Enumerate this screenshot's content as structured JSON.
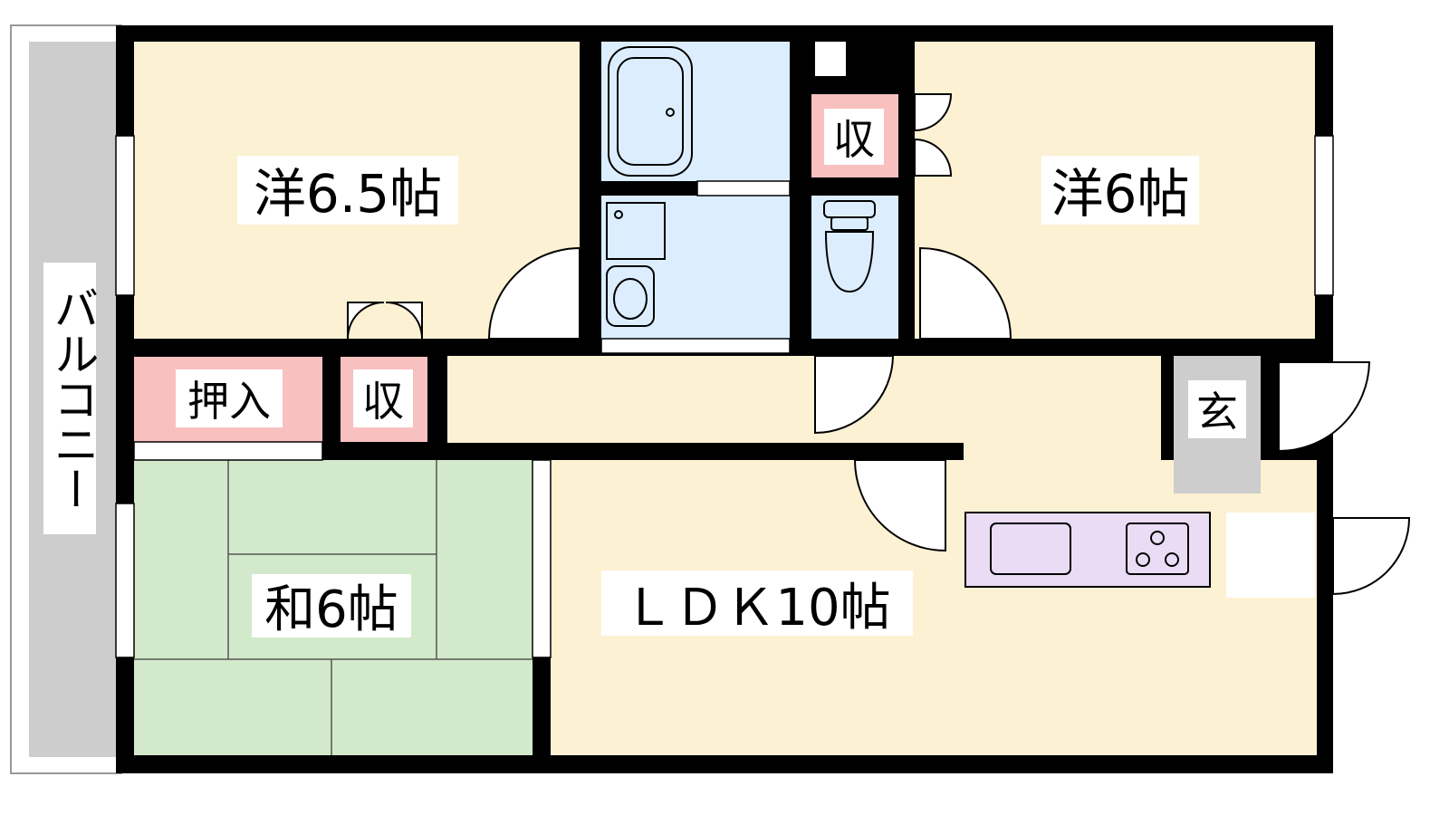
{
  "floorplan": {
    "rooms": {
      "western_a": "洋6.5帖",
      "western_b": "洋6帖",
      "japanese": "和6帖",
      "ldk": "ＬＤＫ10帖",
      "oshiire": "押入",
      "storage_a": "収",
      "storage_b": "収",
      "entrance": "玄",
      "balcony": "バルコニー"
    },
    "colors": {
      "western_floor": "#fdf1d4",
      "bath_area": "#dceefe",
      "storage": "#f9c0c0",
      "tatami": "#d3e9cb",
      "kitchen": "#eadcf4",
      "entrance": "#cdcdcd",
      "balcony": "#cdcdcd",
      "wall": "#000000"
    }
  }
}
